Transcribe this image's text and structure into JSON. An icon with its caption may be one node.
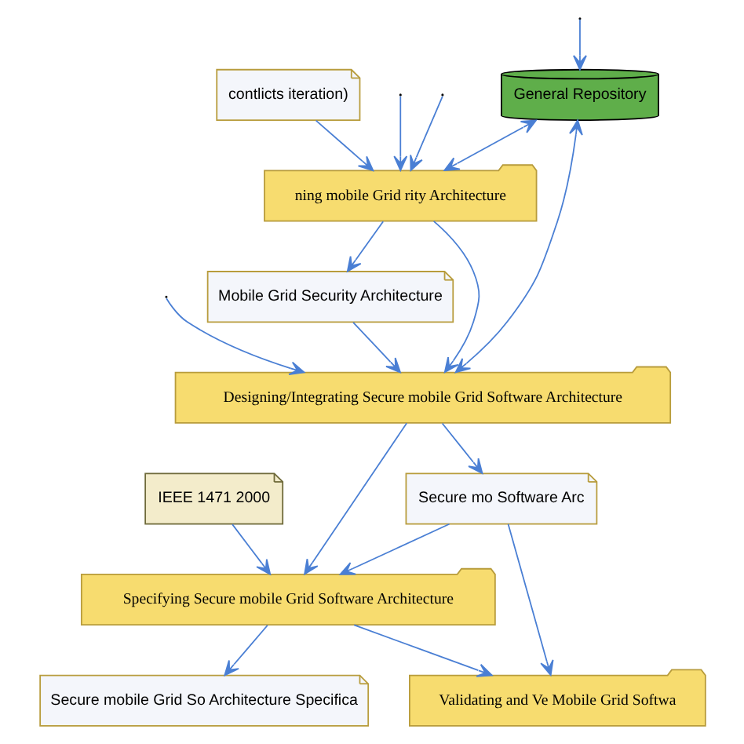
{
  "diagram": {
    "nodes": [
      {
        "text": [
          "General Repository"
        ]
      },
      {
        "text": [
          "Mobile Grid Security Architecture"
        ]
      },
      {
        "text": [
          "ning mobile Grid rity Architecture"
        ]
      },
      {
        "text": [
          "contlicts iteration)"
        ]
      },
      {
        "text": [
          "IEEE 1471 2000"
        ]
      },
      {
        "text": [
          "Secure mobile Grid So Architecture Specifica"
        ]
      },
      {
        "text": [
          "Specifying Secure mobile Grid Software Architecture"
        ]
      },
      {
        "text": [
          "Validating and Ve Mobile Grid Softwa"
        ]
      },
      {
        "text": [
          "Secure mo Software Arc"
        ]
      },
      {
        "text": [
          "Designing/Integrating Secure mobile Grid Software Architecture"
        ]
      }
    ],
    "edges": [
      {
        "from": null,
        "to": 0,
        "arrow": "to"
      },
      {
        "from": 9,
        "to": 0,
        "arrow": "both"
      },
      {
        "from": 0,
        "to": 2,
        "arrow": "both"
      },
      {
        "from": 2,
        "to": 1,
        "arrow": "to"
      },
      {
        "from": null,
        "to": 2,
        "arrow": "to"
      },
      {
        "from": null,
        "to": 2,
        "arrow": "to"
      },
      {
        "from": 3,
        "to": 2,
        "arrow": "to"
      },
      {
        "from": 2,
        "to": 9,
        "arrow": "to"
      },
      {
        "from": 1,
        "to": 9,
        "arrow": "to"
      },
      {
        "from": null,
        "to": 9,
        "arrow": "to"
      },
      {
        "from": 9,
        "to": 6,
        "arrow": "to"
      },
      {
        "from": 4,
        "to": 6,
        "arrow": "to"
      },
      {
        "from": 6,
        "to": 5,
        "arrow": "to"
      },
      {
        "from": 6,
        "to": 7,
        "arrow": "to"
      },
      {
        "from": 8,
        "to": 6,
        "arrow": "to"
      },
      {
        "from": 9,
        "to": 8,
        "arrow": "to"
      },
      {
        "from": 8,
        "to": 7,
        "arrow": "to"
      }
    ]
  }
}
